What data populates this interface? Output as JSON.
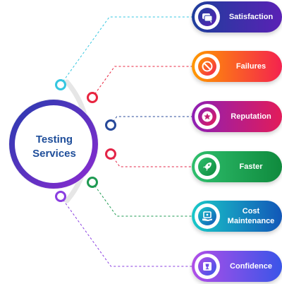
{
  "center": {
    "line1": "Testing",
    "line2": "Services"
  },
  "items": [
    {
      "label": "Satisfaction",
      "icon": "chat-icon",
      "color_start": "#1e3e9c",
      "color_end": "#5a21b5",
      "node_color": "#35c6e0",
      "line_color": "#35c6e0"
    },
    {
      "label": "Failures",
      "icon": "ban-icon",
      "color_start": "#ff9800",
      "color_end": "#f4224f",
      "node_color": "#e8243f",
      "line_color": "#e8243f"
    },
    {
      "label": "Reputation",
      "icon": "star-badge-icon",
      "color_start": "#8e1fb4",
      "color_end": "#e21b5a",
      "node_color": "#27499a",
      "line_color": "#27499a"
    },
    {
      "label": "Faster",
      "icon": "rocket-icon",
      "color_start": "#2fbf6d",
      "color_end": "#0f8a3d",
      "node_color": "#e32447",
      "line_color": "#e32447"
    },
    {
      "label": "Cost Maintenance",
      "icon": "monitor-hand-icon",
      "color_start": "#19c8c8",
      "color_end": "#1257b8",
      "node_color": "#1e9a52",
      "line_color": "#1e9a52"
    },
    {
      "label": "Confidence",
      "icon": "trophy-icon",
      "color_start": "#b04ee8",
      "color_end": "#3a55e8",
      "node_color": "#8a3ee0",
      "line_color": "#8a3ee0"
    }
  ]
}
